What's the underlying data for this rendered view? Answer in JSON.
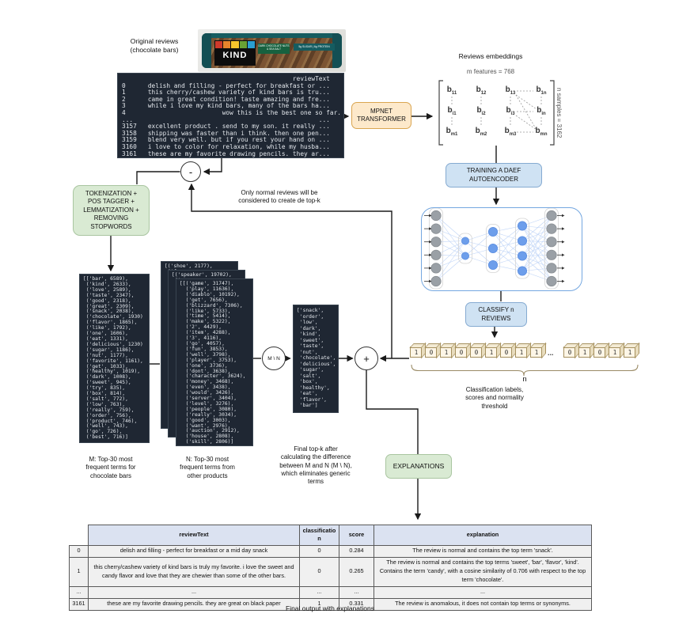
{
  "colors": {
    "dark_code_bg": "#1f2733",
    "green_box": "#d9ead3",
    "blue_box": "#cfe2f3",
    "orange_box": "#fde9cb",
    "strip_cell": "#fdf6e7",
    "table_header": "#dbe2f1",
    "node_gray": "#9aa0a6",
    "node_blue": "#6d9eeb"
  },
  "original_reviews_label": "Original reviews\n(chocolate bars)",
  "kind_bar": {
    "brand": "KIND",
    "variant": "DARK CHOCOLATE NUTS & SEA SALT",
    "claim": "5g SUGAR | 6g PROTEIN"
  },
  "reviews_box": {
    "text": "                                              reviewText\n0      delish and filling - perfect for breakfast or ...\n1      this cherry/cashew variety of kind bars is tru...\n2      came in great condition! taste amazing and fre...\n3      while i love my kind bars, many of the bars ha...\n4                          wow this is the best one so far.\n...                                                  ...\n3157   excellent product . send to my son. it really ...\n3158   shipping was faster than i think. then one pen...\n3159   blend very well. but if you rest your hand on ...\n3160   i love to color for relaxation, while my husba...\n3161   these are my favorite drawing pencils. they ar..."
  },
  "mpnet_label": "MPNET\nTRANSFORMER",
  "embeddings": {
    "title": "Reviews embeddings",
    "m_label": "m features = 768",
    "n_label": "n samples = 3162",
    "symbol": "b",
    "subs": [
      "11",
      "12",
      "13",
      "1n",
      "i1",
      "i2",
      "i3",
      "in",
      "m1",
      "m2",
      "m3",
      "mn"
    ]
  },
  "training_label": "TRAINING A DAEF\nAUTOENCODER",
  "classify_label": "CLASSIFY n\nREVIEWS",
  "autoencoder": {
    "layers": [
      {
        "n": 6,
        "color": "gray"
      },
      {
        "n": 2,
        "color": "blue"
      },
      {
        "n": 3,
        "color": "blue"
      },
      {
        "n": 4,
        "color": "blue"
      },
      {
        "n": 6,
        "color": "gray"
      }
    ]
  },
  "strip": {
    "cells1": [
      "1",
      "0",
      "1",
      "0",
      "0",
      "1",
      "0",
      "1",
      "1"
    ],
    "ellipsis": "...",
    "cells2": [
      "0",
      "1",
      "0",
      "1",
      "1"
    ],
    "brace_label": "n",
    "caption": "Classification labels,\nscores and normality\nthreshold"
  },
  "tokenization_label": "TOKENIZATION +\nPOS TAGGER +\nLEMMATIZATION +\nREMOVING\nSTOPWORDS",
  "minus_label": "-",
  "plus_label": "+",
  "setdiff_label": "M \\ N",
  "feedback_note": "Only normal reviews will be\nconsidered to create de top-k",
  "m_list": {
    "text": "[['bar', 6589),\n ('kind', 2633),\n ('love', 2589),\n ('taste', 2347),\n ('good', 2318),\n ('great', 2309),\n ('snack', 2038),\n ('chocolate', 1930)\n ('flavor', 1865),\n ('like', 1792),\n ('one', 1606),\n ('eat', 1331),\n ('delicious', 1230)\n ('sugar', 1186),\n ('nut', 1177),\n ('favorite', 1161),\n ('get', 1033),\n ('healthy', 1019),\n ('dark', 1008),\n ('sweet', 945),\n ('try', 835),\n ('box', 814),\n ('salt', 772),\n ('low', 763),\n ('really', 759),\n ('order', 756),\n ('product', 746),\n ('well', 743),\n ('go', 726),\n ('best', 716)]"
  },
  "n_stack": {
    "back": "[('shoe', 2177),\n ('f\n ('s\n ('g\n ('w\n ('p\n ('t\n ('c\n ('w\n ('s\n ('v\n ('f\n ('b\n ('p\n ('c\n ('g\n ('r\n ('m\n ('f\n ('t\n ('w\n ('p\n ('c\n ('f\n ('c\n ('m\n ('s\n ('l\n ('h\n ('d",
    "mid": "[('speaker', 19702),\n ('s\n ('g\n ('u\n ('w\n ('p\n ('d\n ('l\n ('s\n ('w\n ('g\n ('c\n ('l\n ('b\n ('c\n ('b\n ('w\n ('b\n ('e\n ('p\n ('s\n ('l\n ('r\n ('b\n ('m\n ('s\n ('p\n ('a\n ('h\n ('k",
    "front": "[[('game', 31747),\n  ('play', 11636),\n  ('diablo', 10192),\n  ('get', 7656),\n  ('blizzard', 7306),\n  ('like', 5733),\n  ('time', 5414),\n  ('make', 5322),\n  ('2', 4429),\n  ('item', 4288),\n  ('3', 4116),\n  ('go', 4057),\n  ('fun', 3853),\n  ('well', 3798),\n  ('player', 3753),\n  ('one', 3736),\n  ('dont', 3638),\n  ('character', 3624),\n  ('money', 3468),\n  ('even', 3438),\n  ('would', 3426),\n  ('server', 3404),\n  ('level', 3276),\n  ('people', 3080),\n  ('really', 3034),\n  ('good', 3003),\n  ('want', 2976),\n  ('auction', 2912),\n  ('house', 2808),\n  ('skill', 2806)]"
  },
  "topk": {
    "text": "['snack',\n 'order',\n 'low',\n 'dark',\n 'kind',\n 'sweet',\n 'taste',\n 'nut',\n 'chocolate',\n 'delicious',\n 'sugar',\n 'salt',\n 'box',\n 'healthy',\n 'eat',\n 'flavor',\n 'bar']"
  },
  "captions": {
    "m": "M: Top-30 most\nfrequent terms for\nchocolate bars",
    "n": "N: Top-30 most\nfrequent terms from\nother products",
    "topk": "Final top-k after\ncalculating the difference\nbetween M and N (M \\ N),\nwhich eliminates generic\nterms",
    "explanations_box": "EXPLANATIONS",
    "final": "Final output with explanations"
  },
  "table": {
    "headers": {
      "review": "reviewText",
      "cls": "classification",
      "score": "score",
      "explanation": "explanation"
    },
    "rows": [
      {
        "idx": "0",
        "review": "delish and filling - perfect for breakfast or a mid day snack",
        "cls": "0",
        "score": "0.284",
        "explanation": "The review is normal and contains the top term 'snack'."
      },
      {
        "idx": "1",
        "review": "this cherry/cashew variety of kind bars is truly my favorite. i love the sweet and candy flavor and love that they are chewier than some of the other bars.",
        "cls": "0",
        "score": "0.265",
        "explanation": "The review is normal and contains the top terms 'sweet', 'bar',  'flavor', 'kind'.  Contains the term 'candy', with a cosine similarity of 0.706 with respect to the top term 'chocolate'."
      },
      {
        "idx": "...",
        "review": "...",
        "cls": "...",
        "score": "...",
        "explanation": "..."
      },
      {
        "idx": "3161",
        "review": "these are my favorite drawing pencils. they are great on black paper",
        "cls": "1",
        "score": "0.331",
        "explanation": "The review is anomalous, it does not contain top terms or synonyms."
      }
    ]
  }
}
